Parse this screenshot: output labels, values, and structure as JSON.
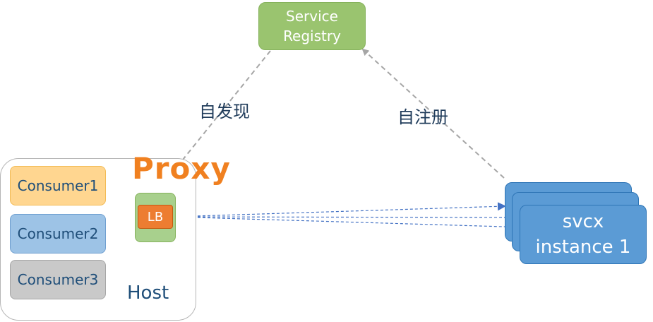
{
  "registry": {
    "line1": "Service",
    "line2": "Registry"
  },
  "discover_label": "自发现",
  "register_label": "自注册",
  "proxy_label": "Proxy",
  "lb_label": "LB",
  "consumers": [
    "Consumer1",
    "Consumer2",
    "Consumer3"
  ],
  "host_label": "Host",
  "service": {
    "line1": "svcx",
    "line2": "instance 1"
  },
  "colors": {
    "registry": "#9ac46f",
    "proxy_text": "#f08020",
    "lb": "#ed7d31",
    "service": "#5b9bd5",
    "arrow_blue": "#4472c4",
    "arrow_gray": "#a6a6a6"
  }
}
